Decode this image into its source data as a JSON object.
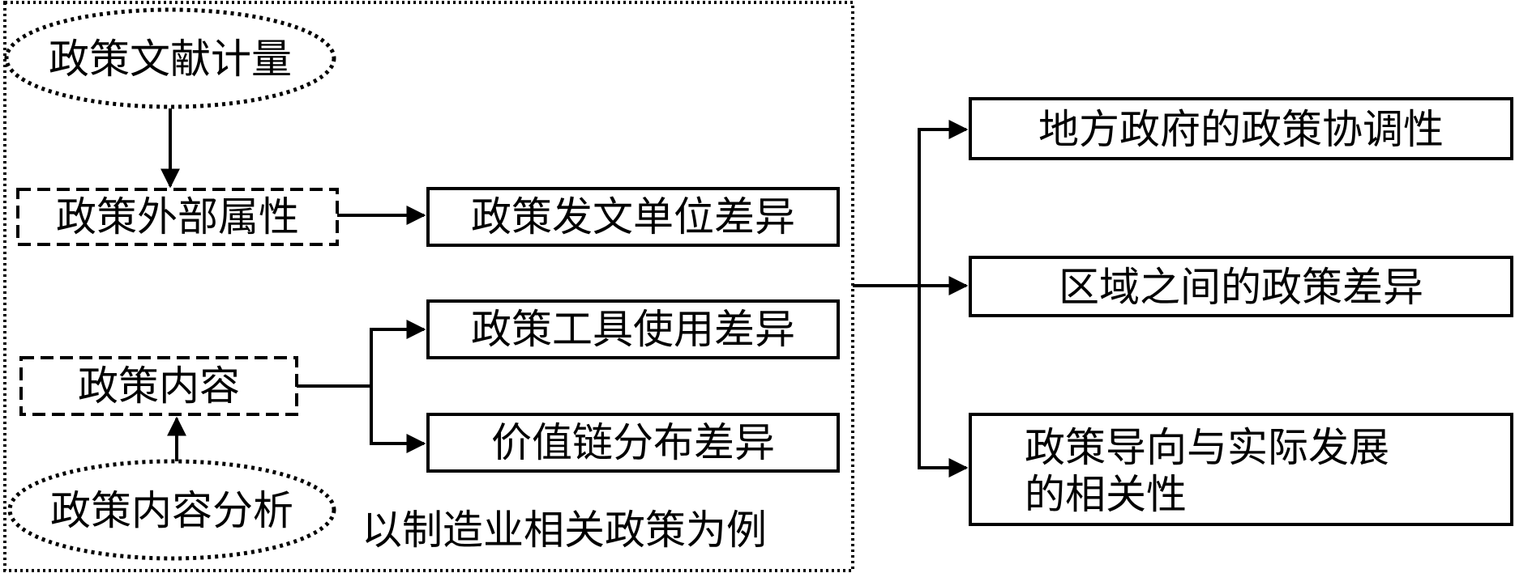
{
  "nodes": {
    "bibliometrics": "政策文献计量",
    "external_attributes": "政策外部属性",
    "issuing_unit_diff": "政策发文单位差异",
    "tool_usage_diff": "政策工具使用差异",
    "policy_content": "政策内容",
    "value_chain_diff": "价值链分布差异",
    "content_analysis": "政策内容分析",
    "example_caption": "以制造业相关政策为例",
    "local_gov_coordination": "地方政府的政策协调性",
    "regional_diff": "区域之间的政策差异",
    "orientation_line1": "政策导向与实际发展",
    "orientation_line2": "的相关性"
  },
  "colors": {
    "stroke": "#000000",
    "background": "#ffffff"
  }
}
